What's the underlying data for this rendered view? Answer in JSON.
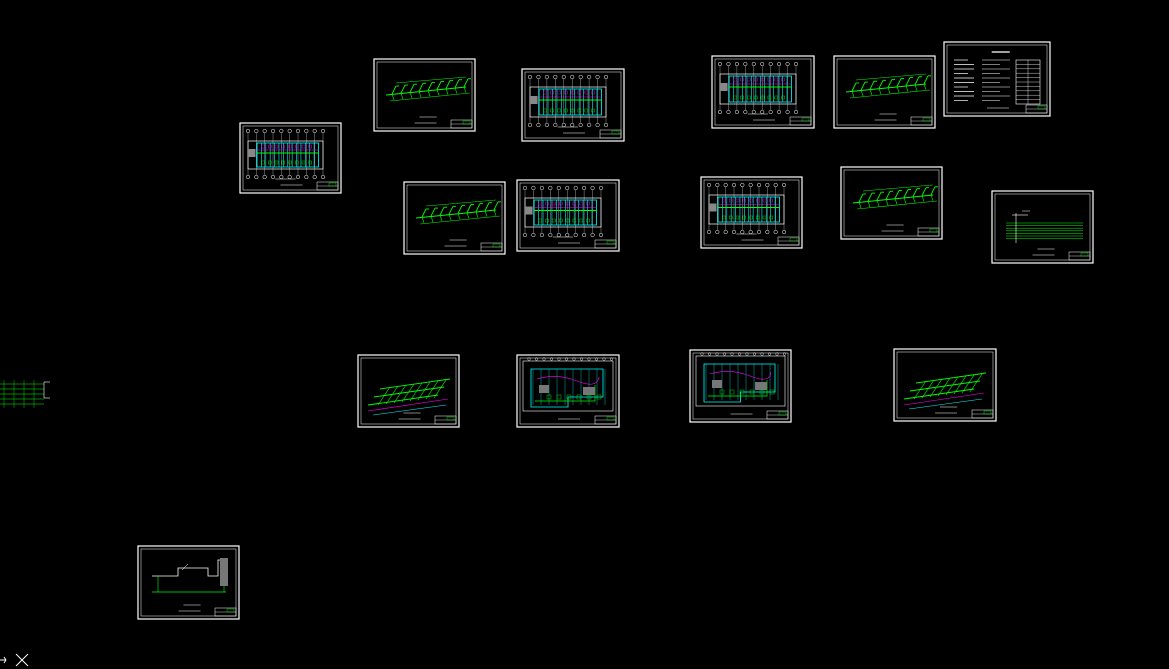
{
  "app": {
    "background_color": "#000000",
    "frame_color": "#ffffff",
    "pipe_color": "#00ff00",
    "plan_color": "#00ffff",
    "accent_color": "#ff00ff",
    "wall_color": "#ffffff"
  },
  "viewport": {
    "name": "model-space",
    "ucs_icon": "ucs-axis-icon"
  },
  "sheets": [
    {
      "id": "floor-plan-1",
      "type": "floor-plan"
    },
    {
      "id": "isometric-1",
      "type": "isometric"
    },
    {
      "id": "floor-plan-2",
      "type": "floor-plan"
    },
    {
      "id": "floor-plan-3",
      "type": "floor-plan"
    },
    {
      "id": "isometric-2",
      "type": "isometric"
    },
    {
      "id": "notes-sheet",
      "type": "notes"
    },
    {
      "id": "isometric-3",
      "type": "isometric"
    },
    {
      "id": "floor-plan-4",
      "type": "floor-plan"
    },
    {
      "id": "floor-plan-5",
      "type": "floor-plan"
    },
    {
      "id": "isometric-4",
      "type": "isometric"
    },
    {
      "id": "riser-diagram",
      "type": "riser"
    },
    {
      "id": "isometric-5",
      "type": "isometric-large"
    },
    {
      "id": "ground-floor-plan-1",
      "type": "complex-plan"
    },
    {
      "id": "ground-floor-plan-2",
      "type": "complex-plan"
    },
    {
      "id": "isometric-6",
      "type": "isometric-large"
    },
    {
      "id": "site-plan",
      "type": "site"
    },
    {
      "id": "partial-riser",
      "type": "partial-riser"
    }
  ]
}
